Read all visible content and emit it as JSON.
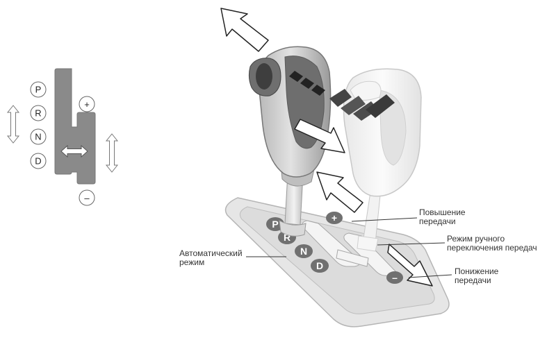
{
  "schematic": {
    "gears": [
      "P",
      "R",
      "N",
      "D"
    ],
    "plus": "+",
    "minus": "–"
  },
  "plate": {
    "gears": [
      "P",
      "R",
      "N",
      "D"
    ],
    "plus": "+",
    "minus": "–"
  },
  "labels": {
    "auto_mode": [
      "Автоматический",
      "режим"
    ],
    "upshift": [
      "Повышение",
      "передачи"
    ],
    "manual_mode": [
      "Режим ручного",
      "переключения передач"
    ],
    "downshift": [
      "Понижение",
      "передачи"
    ]
  },
  "colors": {
    "plate_fill": "#e6e6e6",
    "dark_gray": "#8a8a8a",
    "knob_gray": "#9a9a9a",
    "ghost_knob": "#efefef"
  }
}
